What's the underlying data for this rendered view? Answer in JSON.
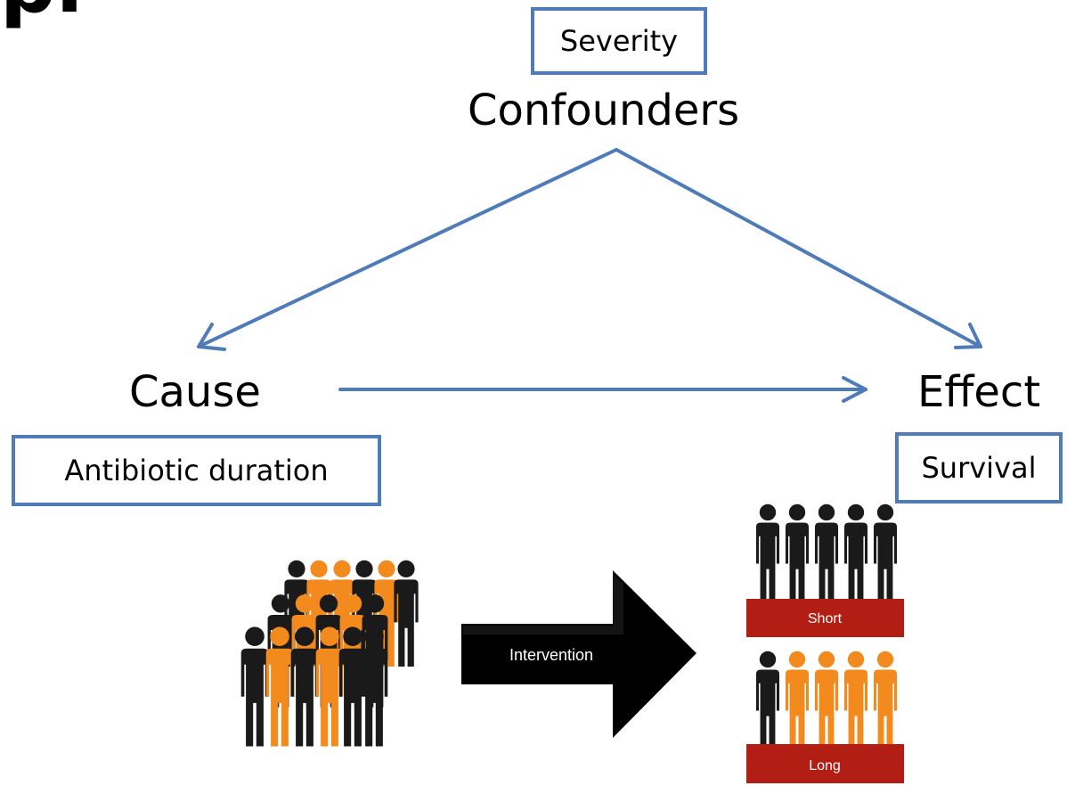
{
  "title_fragment": "pl",
  "nodes": {
    "confounders": {
      "label": "Confounders",
      "example": "Severity"
    },
    "cause": {
      "label": "Cause",
      "example": "Antibiotic duration"
    },
    "effect": {
      "label": "Effect",
      "example": "Survival"
    }
  },
  "illustration": {
    "intervention_label": "Intervention",
    "groups": [
      {
        "label": "Short",
        "figure_color": "black"
      },
      {
        "label": "Long",
        "figure_color": "orange"
      }
    ]
  },
  "colors": {
    "edge": "#4F7CB9",
    "orange": "#F28A1E",
    "black_figure": "#1a1a1a",
    "label_bar": "#B31E14"
  }
}
